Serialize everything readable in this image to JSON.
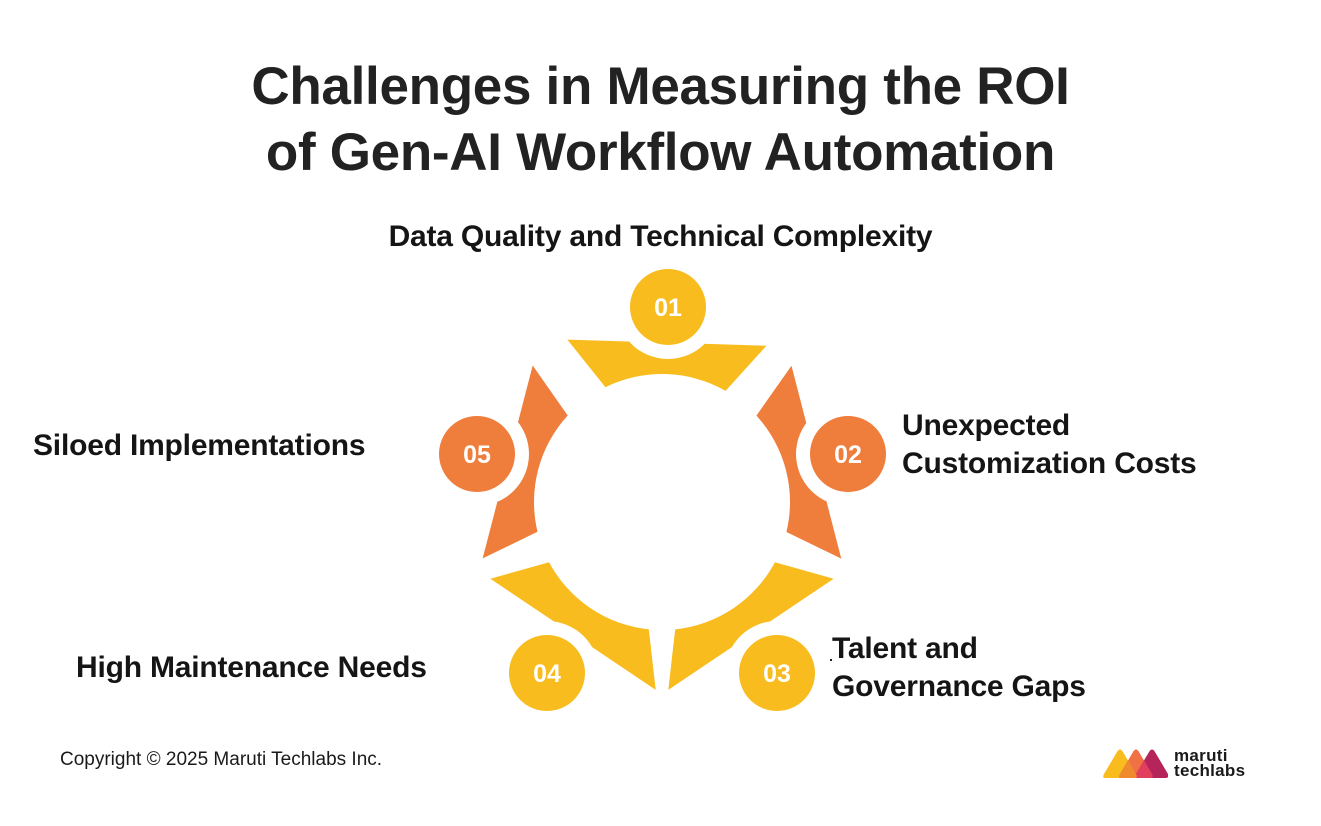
{
  "title": {
    "line1": "Challenges in Measuring the ROI",
    "line2": "of Gen-AI Workflow Automation"
  },
  "colors": {
    "yellow": "#F8BC1E",
    "orange": "#EF7D3B",
    "text": "#151515",
    "background": "#FFFFFF"
  },
  "challenges": [
    {
      "number": "01",
      "color": "yellow",
      "line1": "Data Quality and Technical Complexity",
      "line2": ""
    },
    {
      "number": "02",
      "color": "orange",
      "line1": "Unexpected",
      "line2": "Customization Costs"
    },
    {
      "number": "03",
      "color": "yellow",
      "line1": "Talent and",
      "line2": "Governance Gaps"
    },
    {
      "number": "04",
      "color": "yellow",
      "line1": "High Maintenance Needs",
      "line2": ""
    },
    {
      "number": "05",
      "color": "orange",
      "line1": "Siloed Implementations",
      "line2": ""
    }
  ],
  "footer": {
    "copyright": "Copyright © 2025 Maruti Techlabs Inc.",
    "logo": {
      "line1": "maruti",
      "line2": "techlabs",
      "icon": "three-peaks-logo-icon",
      "colors": [
        "#F8BC1E",
        "#EF6A3A",
        "#E23E5D",
        "#B5245A"
      ]
    }
  }
}
